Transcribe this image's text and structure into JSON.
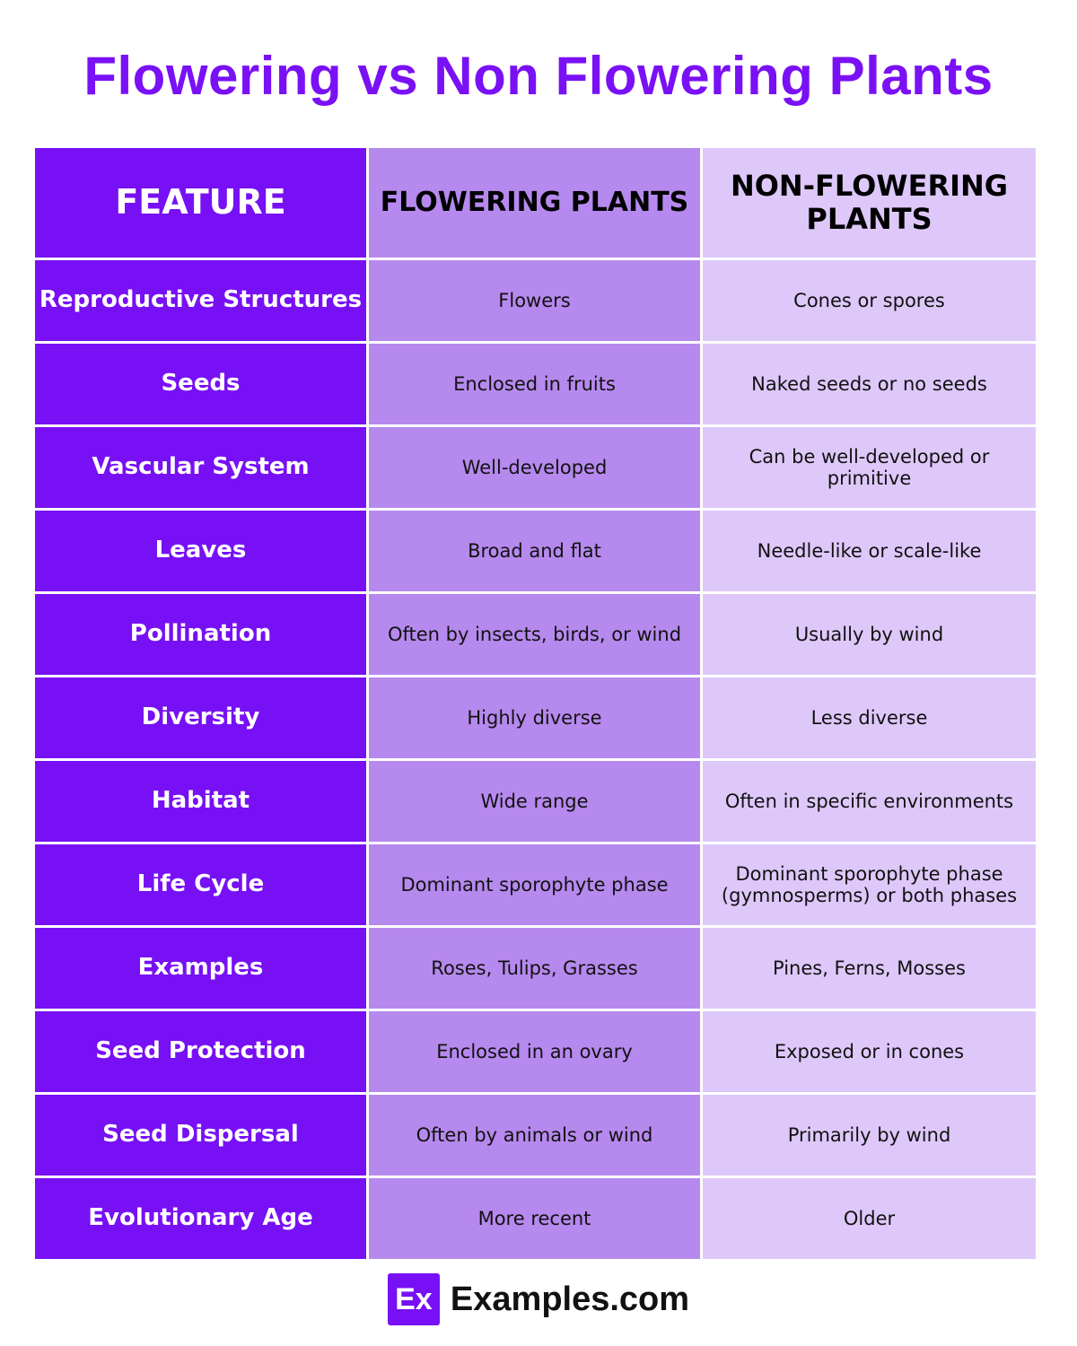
{
  "title": "Flowering vs Non Flowering Plants",
  "colors": {
    "accent": "#7710f5",
    "col_flowering": "#b689ee",
    "col_nonflowering": "#dec8fa"
  },
  "table": {
    "headers": [
      "FEATURE",
      "FLOWERING PLANTS",
      "NON-FLOWERING PLANTS"
    ],
    "rows": [
      [
        "Reproductive Structures",
        "Flowers",
        "Cones or spores"
      ],
      [
        "Seeds",
        "Enclosed in fruits",
        "Naked seeds or no seeds"
      ],
      [
        "Vascular System",
        "Well-developed",
        "Can be well-developed or primitive"
      ],
      [
        "Leaves",
        "Broad and flat",
        "Needle-like or scale-like"
      ],
      [
        "Pollination",
        "Often by insects, birds, or wind",
        "Usually by wind"
      ],
      [
        "Diversity",
        "Highly diverse",
        "Less diverse"
      ],
      [
        "Habitat",
        "Wide range",
        "Often in specific environments"
      ],
      [
        "Life Cycle",
        "Dominant sporophyte phase",
        "Dominant sporophyte phase (gymnosperms) or both phases"
      ],
      [
        "Examples",
        "Roses, Tulips, Grasses",
        "Pines, Ferns, Mosses"
      ],
      [
        "Seed Protection",
        "Enclosed in an ovary",
        "Exposed or in cones"
      ],
      [
        "Seed Dispersal",
        "Often by animals or wind",
        "Primarily by wind"
      ],
      [
        "Evolutionary Age",
        "More recent",
        "Older"
      ]
    ]
  },
  "footer": {
    "logo_mark": "Ex",
    "brand": "Examples.com"
  }
}
